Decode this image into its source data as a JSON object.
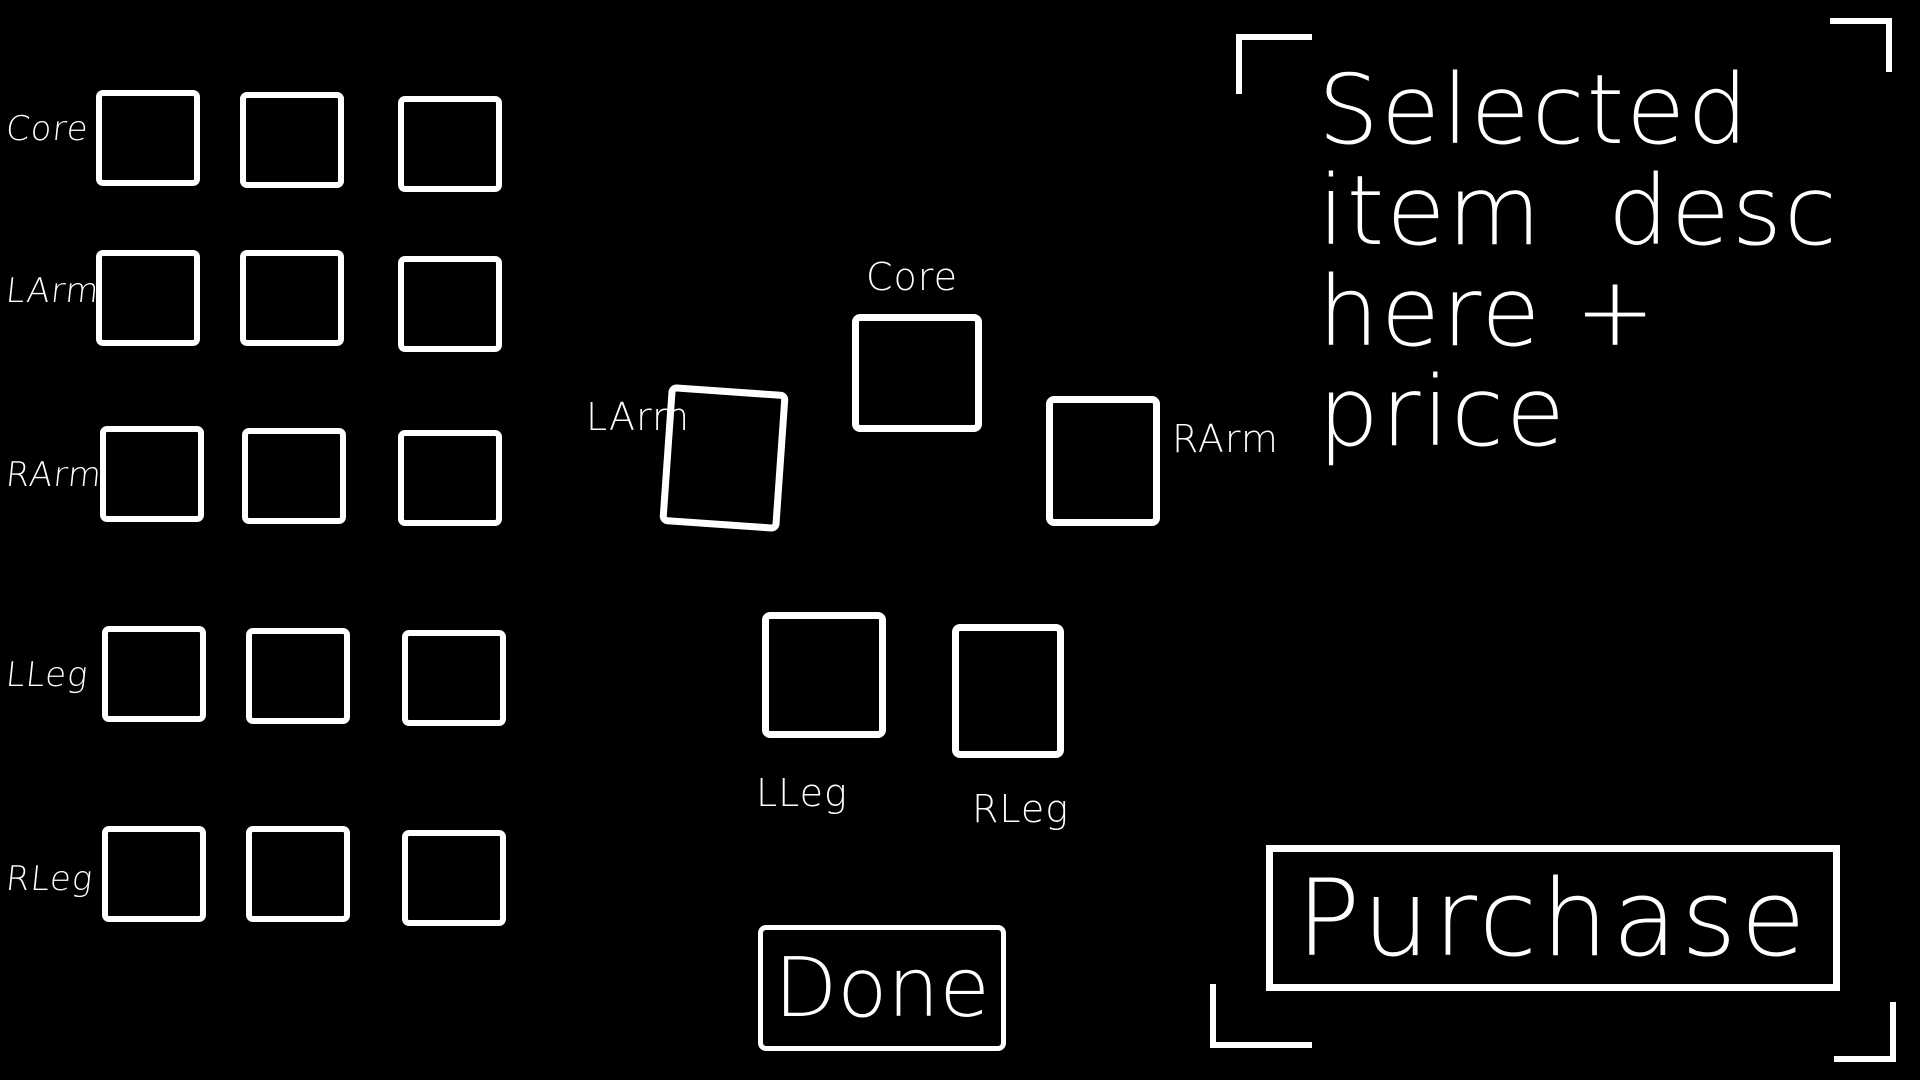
{
  "inventory": {
    "rows": [
      {
        "label": "Core"
      },
      {
        "label": "LArm"
      },
      {
        "label": "RArm"
      },
      {
        "label": "LLeg"
      },
      {
        "label": "RLeg"
      }
    ]
  },
  "equipment": {
    "core_label": "Core",
    "larm_label": "LArm",
    "rarm_label": "RArm",
    "lleg_label": "LLeg",
    "rleg_label": "RLeg"
  },
  "description": {
    "line1": "Selected",
    "line2": "item  desc",
    "line3": "here + price"
  },
  "buttons": {
    "purchase_label": "Purchase",
    "done_label": "Done"
  },
  "colors": {
    "background": "#000000",
    "stroke": "#ffffff"
  }
}
